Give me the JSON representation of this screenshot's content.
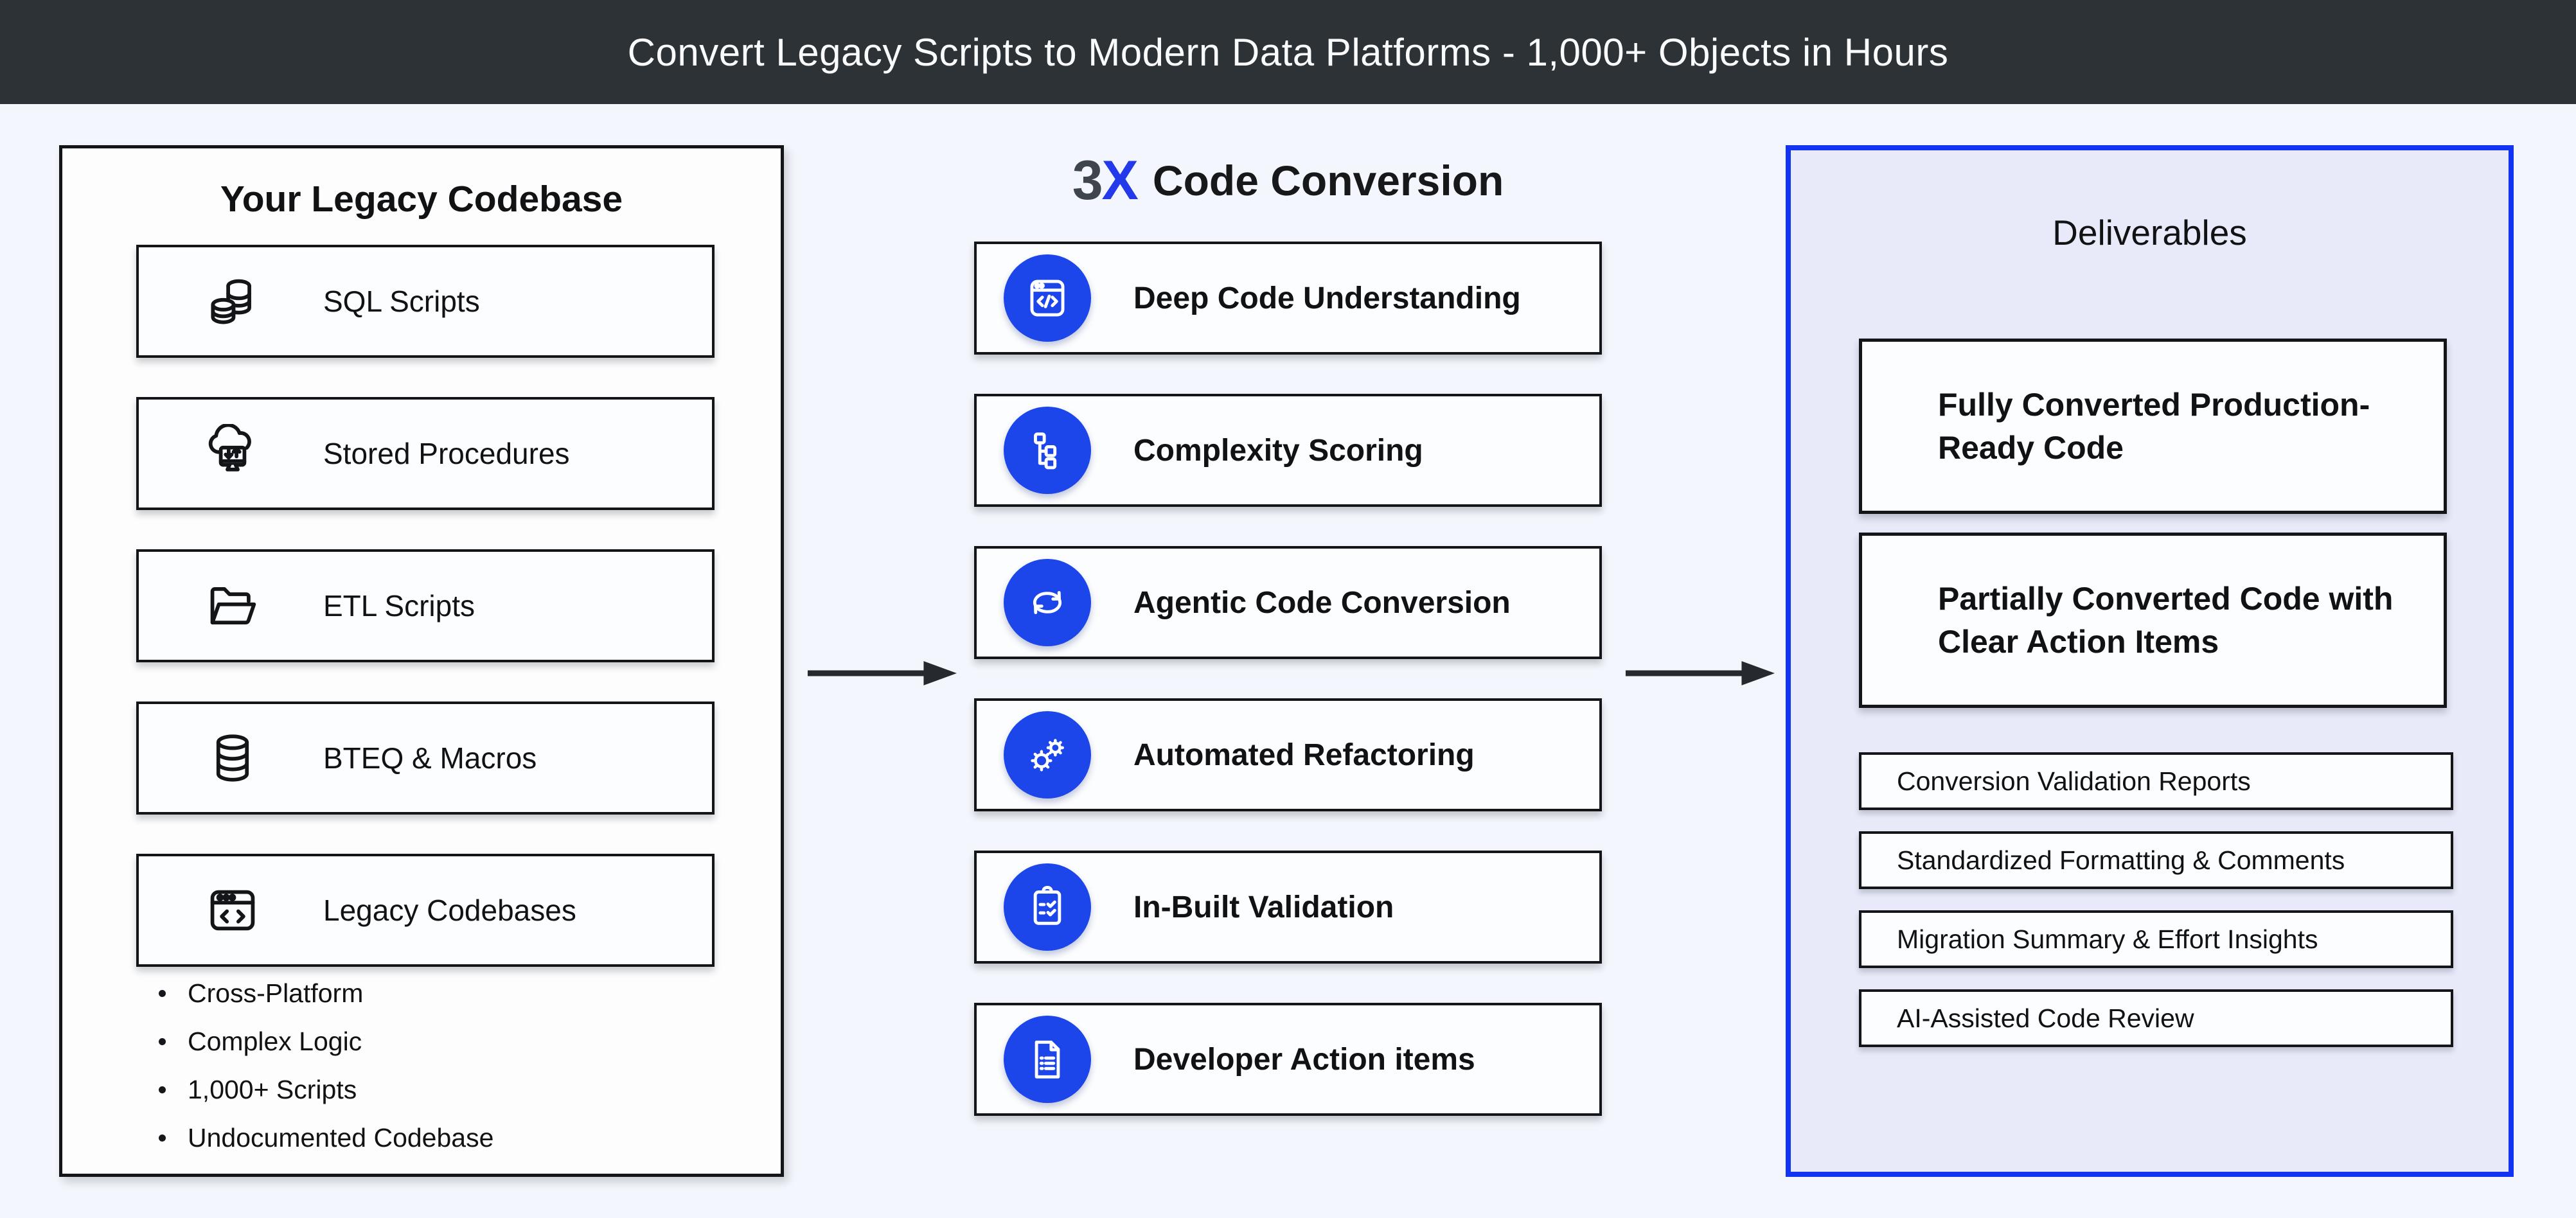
{
  "header": {
    "title": "Convert Legacy Scripts to Modern Data Platforms - 1,000+ Objects in Hours"
  },
  "legacy_panel": {
    "title": "Your Legacy Codebase",
    "items": [
      {
        "label": "SQL Scripts",
        "icon": "coin-stack-icon"
      },
      {
        "label": "Stored Procedures",
        "icon": "cloud-computer-icon"
      },
      {
        "label": "ETL Scripts",
        "icon": "open-folder-icon"
      },
      {
        "label": "BTEQ & Macros",
        "icon": "database-icon"
      },
      {
        "label": "Legacy Codebases",
        "icon": "code-window-icon"
      }
    ],
    "bullets": [
      "Cross-Platform",
      "Complex Logic",
      "1,000+ Scripts",
      "Undocumented Codebase"
    ]
  },
  "conversion": {
    "logo_3": "3",
    "logo_x": "X",
    "title": "Code Conversion",
    "steps": [
      {
        "label": "Deep Code Understanding",
        "icon": "code-screen-icon"
      },
      {
        "label": "Complexity Scoring",
        "icon": "flowchart-icon"
      },
      {
        "label": "Agentic Code Conversion",
        "icon": "sync-arrows-icon"
      },
      {
        "label": "Automated Refactoring",
        "icon": "gears-icon"
      },
      {
        "label": "In-Built Validation",
        "icon": "clipboard-check-icon"
      },
      {
        "label": "Developer Action items",
        "icon": "document-list-icon"
      }
    ]
  },
  "deliverables": {
    "title": "Deliverables",
    "primary_items": [
      "Fully Converted Production-Ready Code",
      "Partially Converted Code with Clear Action Items"
    ],
    "secondary_items": [
      "Conversion Validation Reports",
      "Standardized Formatting & Comments",
      "Migration Summary & Effort Insights",
      "AI-Assisted Code Review"
    ]
  },
  "colors": {
    "header_bg": "#2c3236",
    "page_bg": "#f3f6fc",
    "accent_blue": "#1c46ea",
    "deliverables_border": "#1233f2",
    "deliverables_bg": "#e8eafa",
    "box_border": "#141518",
    "arrow": "#26292e",
    "logo_dark": "#3f454d",
    "logo_blue": "#2339ea"
  }
}
